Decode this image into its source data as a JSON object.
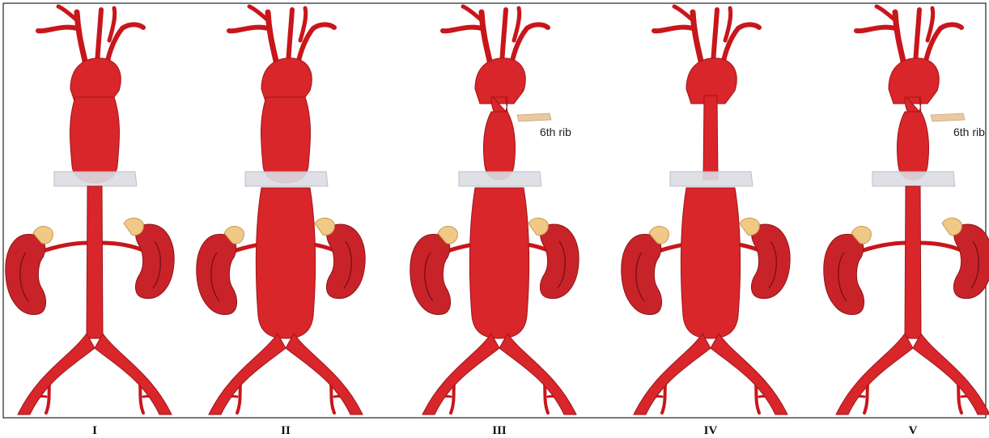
{
  "panels": [
    {
      "label": "I",
      "thoracic": "dilated",
      "abdominal": "normal",
      "rib_label": ""
    },
    {
      "label": "II",
      "thoracic": "dilated",
      "abdominal": "dilated",
      "rib_label": ""
    },
    {
      "label": "III",
      "thoracic": "distal",
      "abdominal": "dilated",
      "rib_label": "6th rib"
    },
    {
      "label": "IV",
      "thoracic": "normal",
      "abdominal": "dilated",
      "rib_label": ""
    },
    {
      "label": "V",
      "thoracic": "distal",
      "abdominal": "normal",
      "rib_label": "6th rib"
    }
  ],
  "colors": {
    "artery": "#d8262a",
    "kidney": "#c9232a",
    "adrenal": "#f0c987",
    "diaphragm": "#dcdce4"
  }
}
